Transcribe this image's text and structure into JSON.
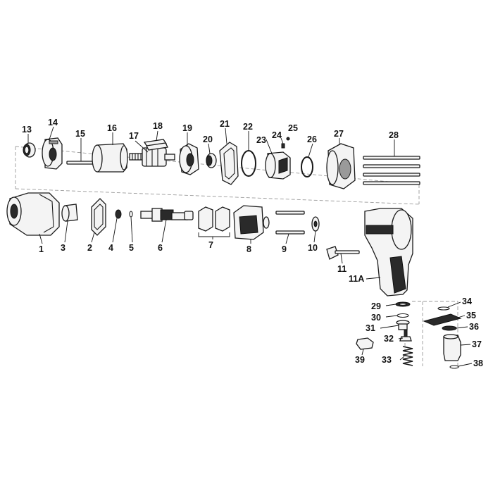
{
  "parts": [
    {
      "id": "13",
      "label": "13"
    },
    {
      "id": "14",
      "label": "14"
    },
    {
      "id": "15",
      "label": "15"
    },
    {
      "id": "16",
      "label": "16"
    },
    {
      "id": "17",
      "label": "17"
    },
    {
      "id": "18",
      "label": "18"
    },
    {
      "id": "19",
      "label": "19"
    },
    {
      "id": "20",
      "label": "20"
    },
    {
      "id": "21",
      "label": "21"
    },
    {
      "id": "22",
      "label": "22"
    },
    {
      "id": "23",
      "label": "23"
    },
    {
      "id": "24",
      "label": "24"
    },
    {
      "id": "25",
      "label": "25"
    },
    {
      "id": "26",
      "label": "26"
    },
    {
      "id": "27",
      "label": "27"
    },
    {
      "id": "28",
      "label": "28"
    },
    {
      "id": "1",
      "label": "1"
    },
    {
      "id": "3",
      "label": "3"
    },
    {
      "id": "2",
      "label": "2"
    },
    {
      "id": "4",
      "label": "4"
    },
    {
      "id": "5",
      "label": "5"
    },
    {
      "id": "6",
      "label": "6"
    },
    {
      "id": "7",
      "label": "7"
    },
    {
      "id": "8",
      "label": "8"
    },
    {
      "id": "9",
      "label": "9"
    },
    {
      "id": "10",
      "label": "10"
    },
    {
      "id": "11",
      "label": "11"
    },
    {
      "id": "11A",
      "label": "11A"
    },
    {
      "id": "29",
      "label": "29"
    },
    {
      "id": "30",
      "label": "30"
    },
    {
      "id": "31",
      "label": "31"
    },
    {
      "id": "32",
      "label": "32"
    },
    {
      "id": "33",
      "label": "33"
    },
    {
      "id": "34",
      "label": "34"
    },
    {
      "id": "35",
      "label": "35"
    },
    {
      "id": "36",
      "label": "36"
    },
    {
      "id": "37",
      "label": "37"
    },
    {
      "id": "38",
      "label": "38"
    },
    {
      "id": "39",
      "label": "39"
    }
  ]
}
